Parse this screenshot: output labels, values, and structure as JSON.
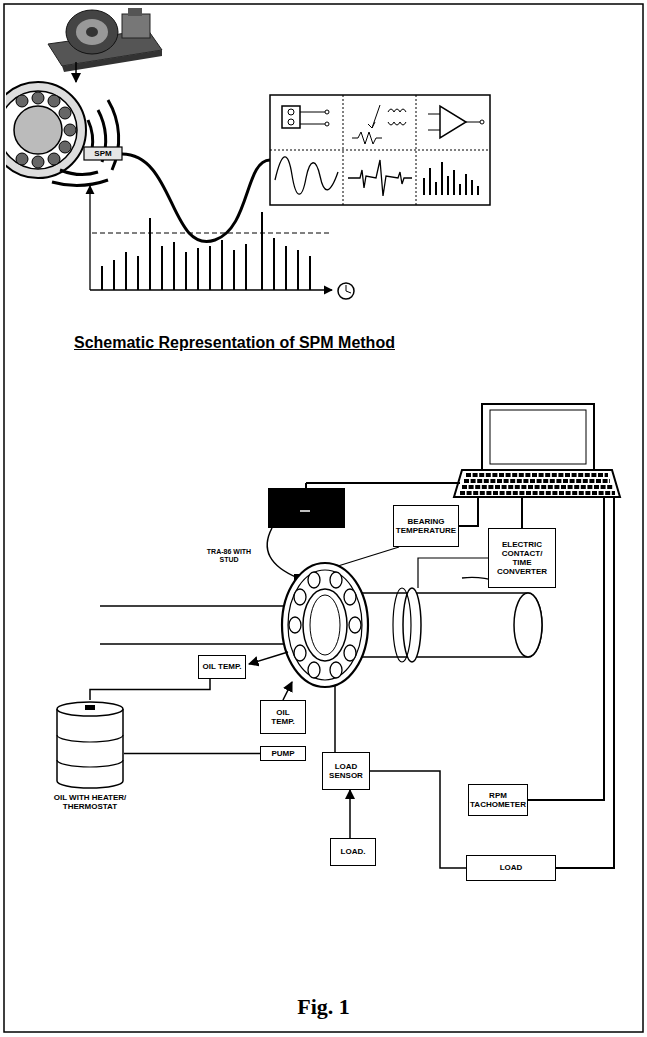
{
  "diagram": {
    "title": "Schematic Representation of SPM Method",
    "caption": "Fig. 1",
    "nodes": [
      {
        "text": [
          "BEARING TEMPERATURE"
        ]
      },
      {
        "text": [
          "ELECTRIC CONTACT/ TIME CONVERTER"
        ]
      },
      {
        "text": [
          "OIL TEMP."
        ]
      },
      {
        "text": [
          "OIL TEMP."
        ]
      },
      {
        "text": [
          "PUMP"
        ]
      },
      {
        "text": [
          "LOAD SENSOR"
        ]
      },
      {
        "text": [
          "RPM TACHOMETER"
        ]
      },
      {
        "text": [
          "OIL WITH HEATER/ THERMOSTAT"
        ]
      },
      {
        "text": [
          "LOAD."
        ]
      },
      {
        "text": [
          "LOAD"
        ]
      }
    ],
    "edges": [
      {
        "from": 8,
        "to": 5,
        "arrow": "to"
      },
      {
        "from": 5,
        "to": 9,
        "arrow": "none"
      },
      {
        "from": 7,
        "to": 4,
        "arrow": "none"
      },
      {
        "from": 2,
        "to": 7,
        "arrow": "none"
      }
    ],
    "labels": [
      "SPM",
      "TRA-86 WITH STUD"
    ]
  }
}
